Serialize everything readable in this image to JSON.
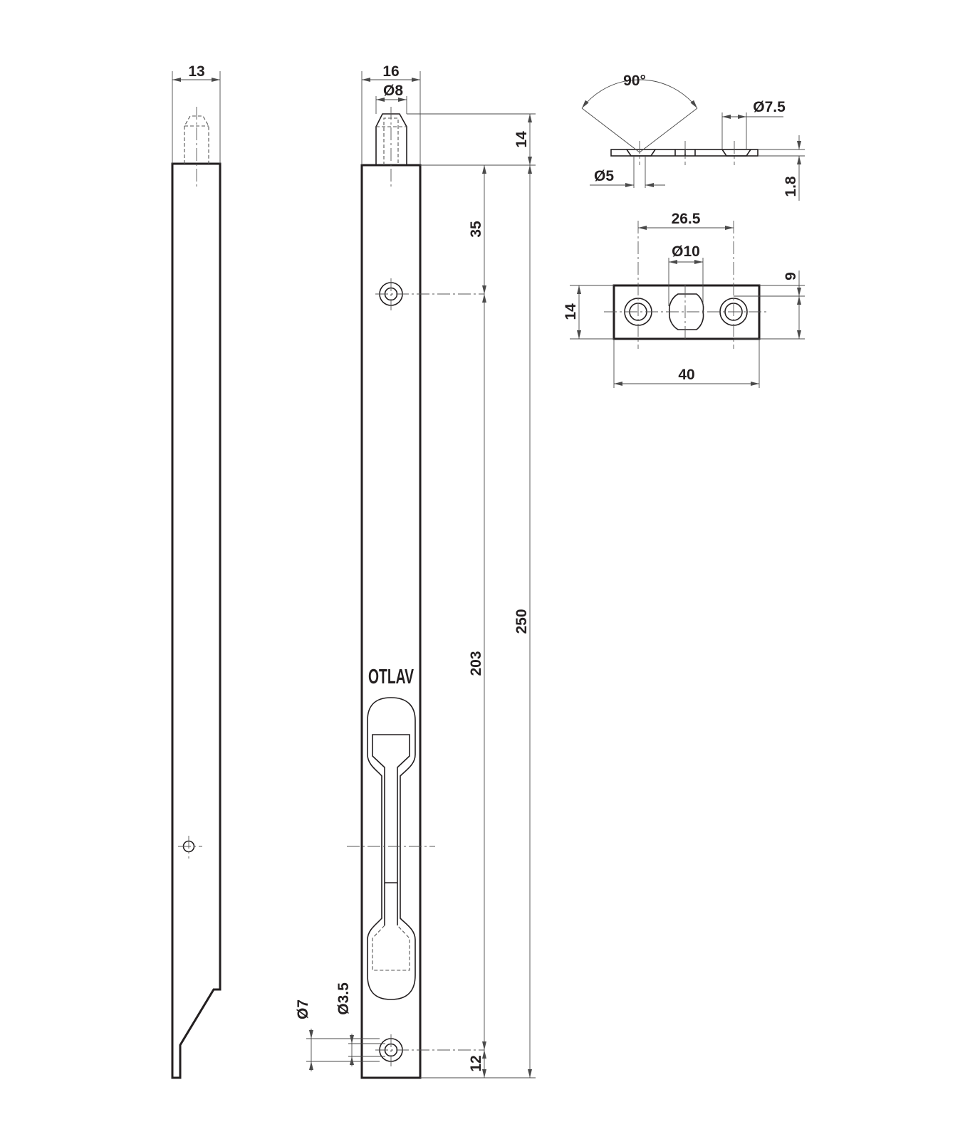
{
  "dimensions": {
    "side_width": "13",
    "front_width": "16",
    "pin_diameter": "Ø8",
    "pin_length": "14",
    "top_hole_offset": "35",
    "hole_spacing": "203",
    "total_length": "250",
    "bottom_hole_offset": "12",
    "hole_outer_diameter": "Ø7",
    "hole_inner_diameter": "Ø3.5",
    "countersink_angle": "90°",
    "keeper_countersink_diameter": "Ø7.5",
    "keeper_hole_diameter": "Ø5",
    "keeper_thickness": "1.8",
    "keeper_hole_spacing": "26.5",
    "keeper_bolt_hole_diameter": "Ø10",
    "keeper_hole_offset": "9",
    "keeper_height": "14",
    "keeper_length": "40"
  },
  "brand": "OTLAV"
}
